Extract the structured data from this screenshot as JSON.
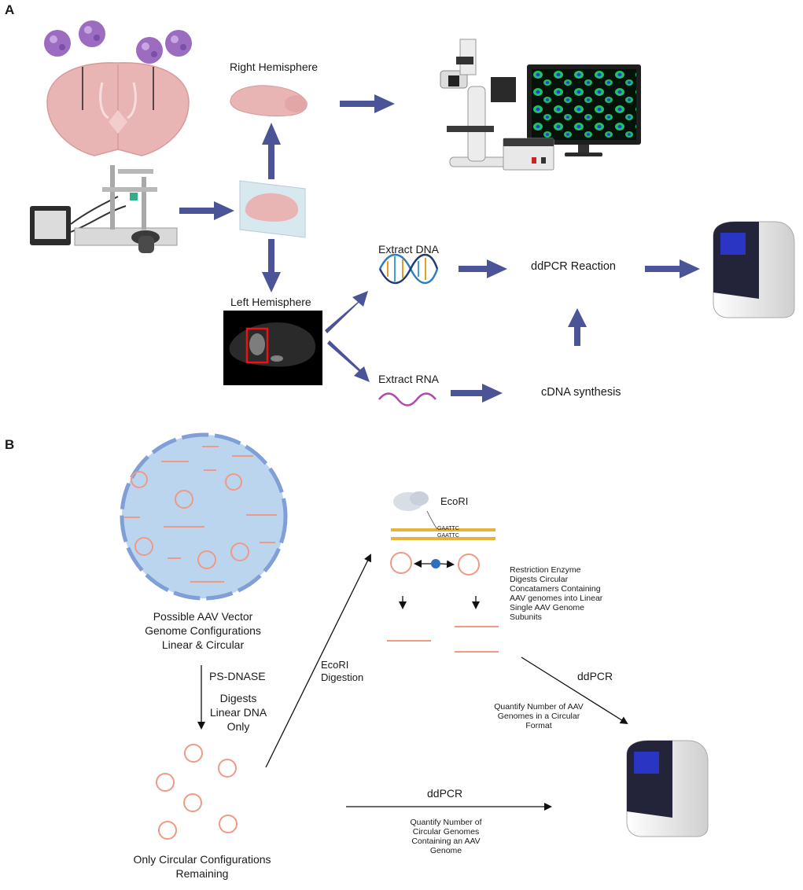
{
  "panel_a": {
    "label": "A",
    "right_hemisphere": "Right Hemisphere",
    "left_hemisphere": "Left Hemisphere",
    "extract_dna": "Extract DNA",
    "extract_rna": "Extract RNA",
    "ddpcr_reaction": "ddPCR Reaction",
    "cdna_synthesis": "cDNA synthesis"
  },
  "panel_b": {
    "label": "B",
    "possible_configs": "Possible AAV Vector\nGenome Configurations\nLinear & Circular",
    "ps_dnase": "PS-DNASE",
    "digests_linear": "Digests\nLinear DNA\nOnly",
    "only_circular": "Only Circular Configurations\nRemaining",
    "ecori_digestion": "EcoRI\nDigestion",
    "ecori": "EcoRI",
    "gaattc_top": "GAATTC",
    "gaattc_bottom": "GAATTC",
    "restriction_note": "Restriction Enzyme\nDigests Circular\nConcatamers Containing\nAAV genomes into Linear\nSingle AAV Genome\nSubunits",
    "ddpcr_top": "ddPCR",
    "quantify_circular_format": "Quantify Number of AAV\nGenomes in a Circular\nFormat",
    "ddpcr_bottom": "ddPCR",
    "quantify_circular_genomes": "Quantify Number of\nCircular Genomes\nContaining an AAV\nGenome"
  },
  "colors": {
    "arrow_blue": "#4a5496",
    "virus_purple": "#9b6cc0",
    "brain_pink": "#e9b4b4",
    "dna_salmon": "#ee9a84",
    "nucleus_blue": "#bcd5ef",
    "membrane_blue": "#7f9fd6",
    "screen_blue": "#2b35c4",
    "enzyme_blue": "#2d6fbe"
  }
}
